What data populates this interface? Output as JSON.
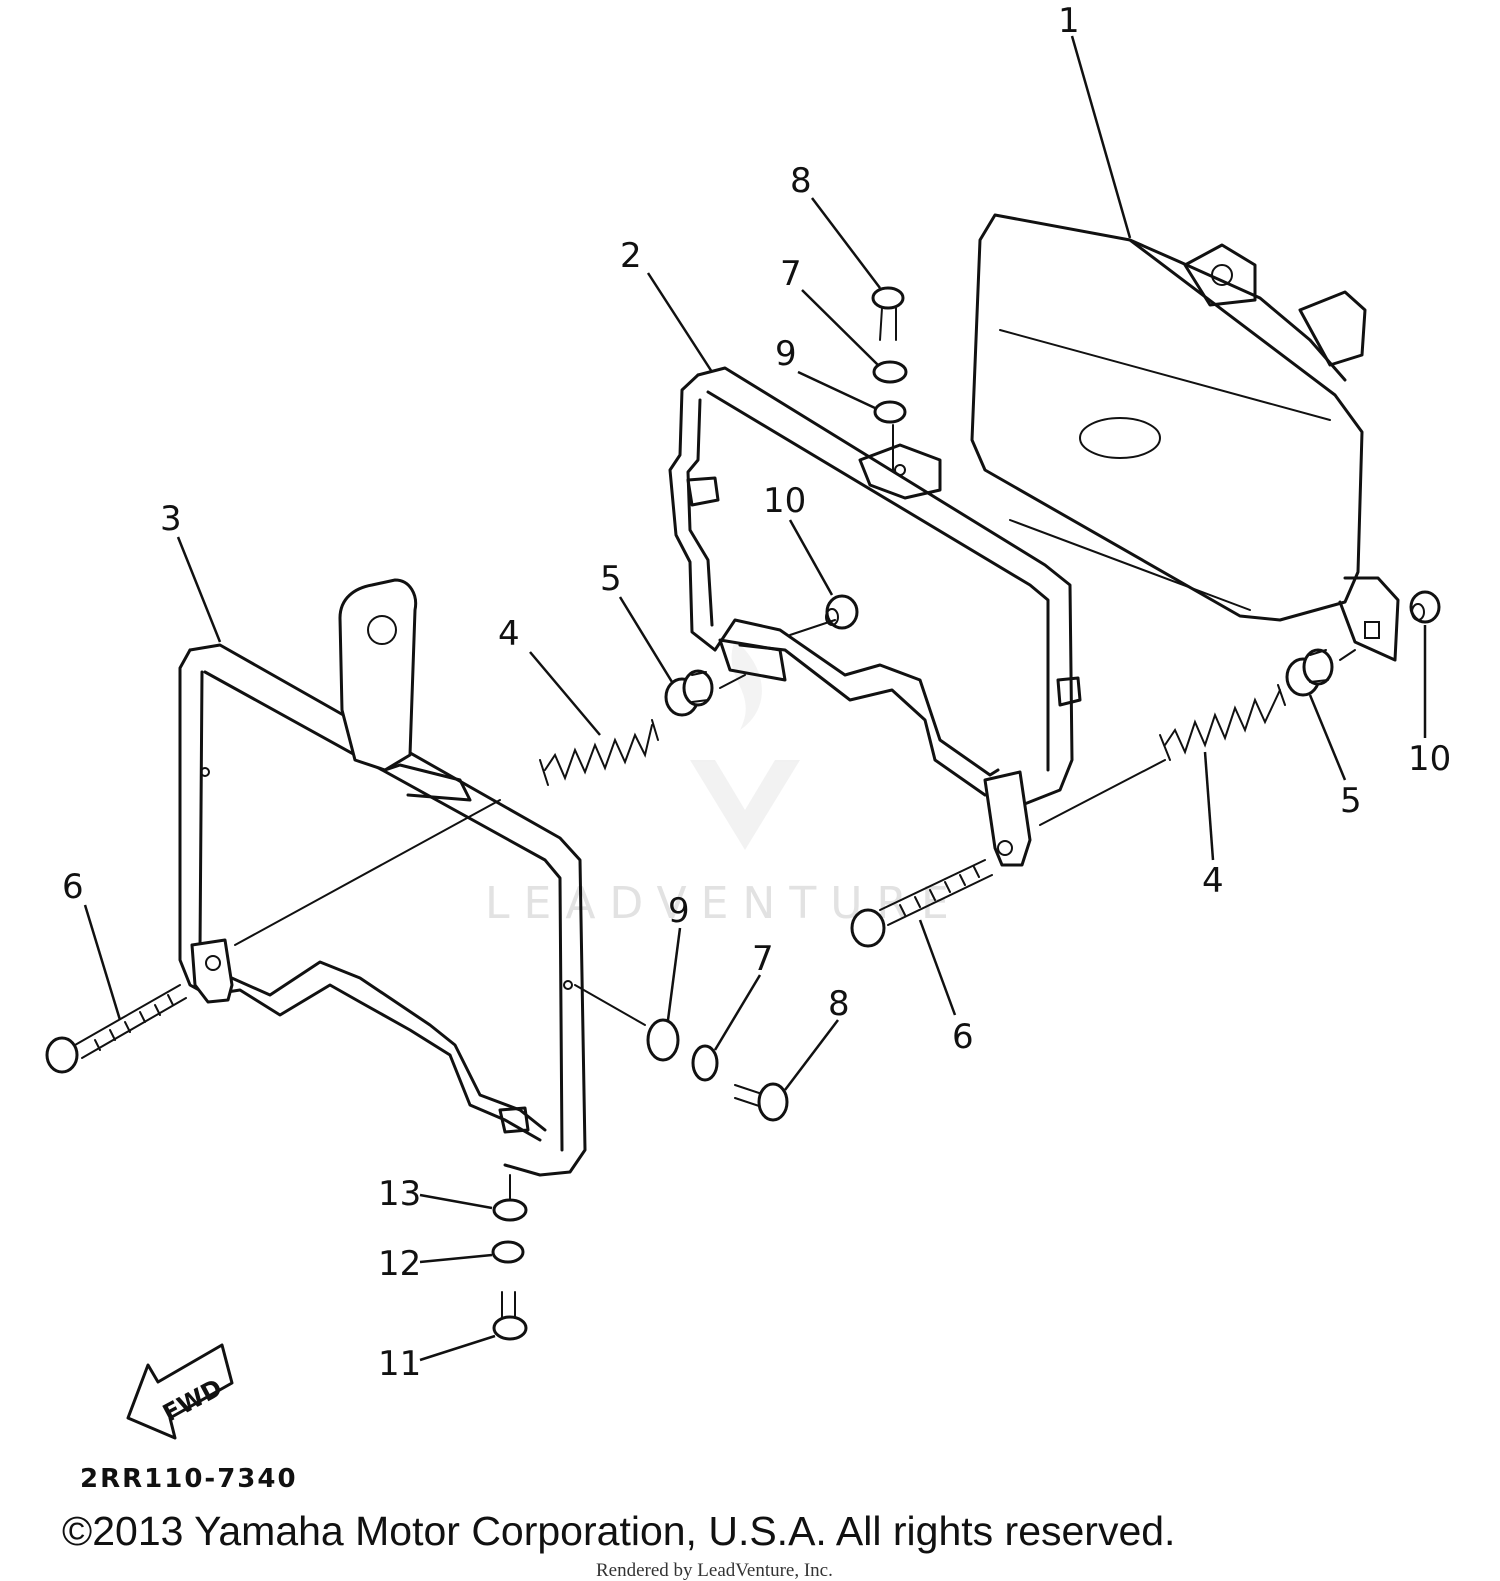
{
  "callouts": [
    {
      "num": "1"
    },
    {
      "num": "2"
    },
    {
      "num": "3"
    },
    {
      "num": "4"
    },
    {
      "num": "4"
    },
    {
      "num": "5"
    },
    {
      "num": "5"
    },
    {
      "num": "6"
    },
    {
      "num": "6"
    },
    {
      "num": "7"
    },
    {
      "num": "7"
    },
    {
      "num": "8"
    },
    {
      "num": "8"
    },
    {
      "num": "9"
    },
    {
      "num": "9"
    },
    {
      "num": "10"
    },
    {
      "num": "10"
    },
    {
      "num": "11"
    },
    {
      "num": "12"
    },
    {
      "num": "13"
    }
  ],
  "fwd_label": "FWD",
  "diagram_code": "2RR110-7340",
  "copyright": "©2013 Yamaha Motor Corporation, U.S.A. All rights reserved.",
  "rendered_by": "Rendered by LeadVenture, Inc.",
  "watermark": "LEADVENTURE"
}
